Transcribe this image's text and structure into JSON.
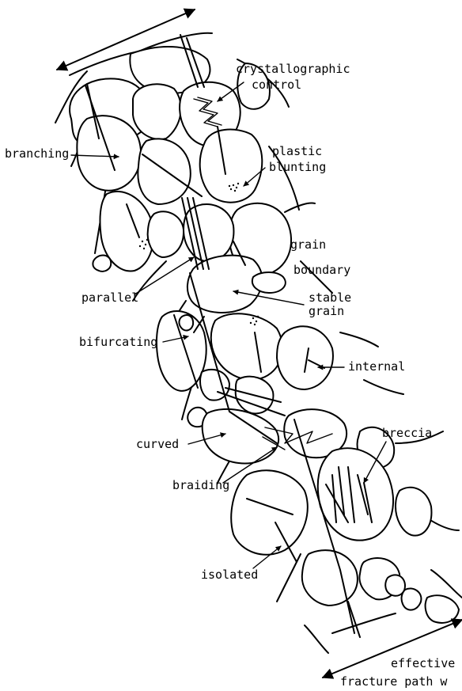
{
  "labels": {
    "crystallographic_1": "crystallographic",
    "crystallographic_2": "control",
    "branching": "branching",
    "plastic_1": "plastic",
    "plastic_2": "blunting",
    "grain_boundary_1": "grain",
    "grain_boundary_2": "boundary",
    "parallel": "parallel",
    "stable_1": "stable",
    "stable_2": "grain",
    "bifurcating": "bifurcating",
    "internal": "internal",
    "breccia": "breccia",
    "curved": "curved",
    "braiding": "braiding",
    "isolated": "isolated",
    "effective_1": "effective",
    "effective_2": "fracture path w"
  }
}
